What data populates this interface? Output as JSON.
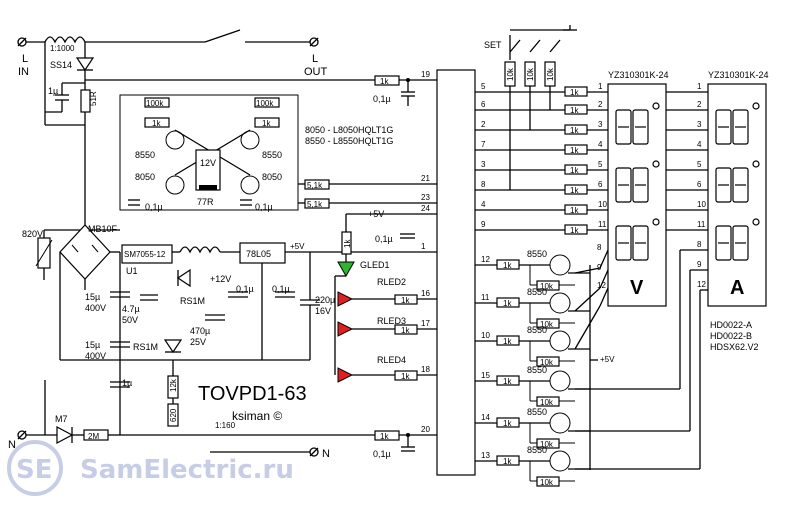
{
  "power": {
    "l_in": "L\nIN",
    "l_in_line1": "L",
    "l_in_line2": "IN",
    "l_out_line1": "L",
    "l_out_line2": "OUT",
    "n_left": "N",
    "n_right": "N",
    "ratio_top": "1:1000",
    "ratio_bottom": "1:160",
    "diode_top": "SS14",
    "cap_top": "1µ",
    "res_51r": "51R"
  },
  "left_section": {
    "varistor": "820V",
    "bridge": "MB10F",
    "cap1": "15µ",
    "cap1_v": "400V",
    "cap2": "15µ",
    "cap2_v": "400V",
    "cap3": "1µ",
    "diode_m7": "M7",
    "res_2m": "2M",
    "ic_u1": "SM7055-12",
    "u1_label": "U1",
    "cap_47": "4.7µ",
    "cap_47_v": "50V",
    "rs1": "RS1M",
    "rs1b": "RS1M",
    "plus12": "+12V",
    "cap_470": "470µ",
    "cap_470_v": "25V",
    "res_12k": "12k",
    "res_620": "620",
    "reg": "78L05",
    "plus5": "+5V",
    "cap_01a": "0,1µ",
    "cap_01b": "0,1µ",
    "cap_220": "220µ",
    "cap_220_v": "16V"
  },
  "relay_driver": {
    "r100k_l": "100k",
    "r100k_r": "100k",
    "r1k_l": "1k",
    "r1k_r": "1k",
    "q8550_l": "8550",
    "q8550_r": "8550",
    "q8050_l": "8050",
    "q8050_r": "8050",
    "relay": "12V",
    "relay_part": "77R",
    "cap_l": "0,1µ",
    "cap_r": "0,1µ",
    "note1": "8050 - L8050HQLT1G",
    "note2": "8550 - L8550HQLT1G",
    "r51a": "5,1k",
    "r51b": "5,1k"
  },
  "mcu": {
    "pins_left": [
      "19",
      "21",
      "23",
      "24",
      "1",
      "16",
      "17",
      "18",
      "20"
    ],
    "pins_right": [
      "5",
      "6",
      "2",
      "7",
      "3",
      "8",
      "4",
      "9",
      "12",
      "11",
      "10",
      "15",
      "14",
      "13"
    ],
    "r1k_19": "1k",
    "cap_19": "0,1µ",
    "r1k_20": "1k",
    "cap_20": "0,1µ",
    "plus5": "+5V",
    "r1k_led": "1k",
    "cap_led": "0,1µ"
  },
  "leds": {
    "g1": "GLED1",
    "r2": "RLED2",
    "r3": "RLED3",
    "r4": "RLED4",
    "r_1k": "1k",
    "colors": {
      "green": "#2db52d",
      "red": "#e02020"
    }
  },
  "buttons": {
    "set": "SET",
    "pullups": [
      "10k",
      "10k",
      "10k"
    ]
  },
  "segment_res": [
    "1k",
    "1k",
    "1k",
    "1k",
    "1k",
    "1k",
    "1k",
    "1k"
  ],
  "segment_pins": [
    "1",
    "2",
    "3",
    "4",
    "5",
    "6",
    "10",
    "11"
  ],
  "digit_drivers": {
    "q": [
      "8550",
      "8550",
      "8550",
      "8550",
      "8550",
      "8550"
    ],
    "base_res": [
      "1k",
      "1k",
      "1k",
      "1k",
      "1k",
      "1k"
    ],
    "pull_res": [
      "10k",
      "10k",
      "10k",
      "10k",
      "10k",
      "10k"
    ],
    "mcu_pins": [
      "12",
      "11",
      "10",
      "15",
      "14",
      "13"
    ],
    "digit_pins_v": [
      "8",
      "9",
      "12"
    ],
    "digit_pins_a": [
      "8",
      "9",
      "12"
    ],
    "plus5": "+5V"
  },
  "displays": {
    "v_part": "YZ310301K-24",
    "a_part": "YZ310301K-24",
    "v_label": "V",
    "a_label": "A",
    "alt1": "HD0022-A",
    "alt2": "HD0022-B",
    "alt3": "HDSX62.V2"
  },
  "credits": {
    "board": "TOVPD1-63",
    "author": "ksiman ©",
    "watermark_logo": "SE",
    "watermark": "SamElectric.ru"
  }
}
